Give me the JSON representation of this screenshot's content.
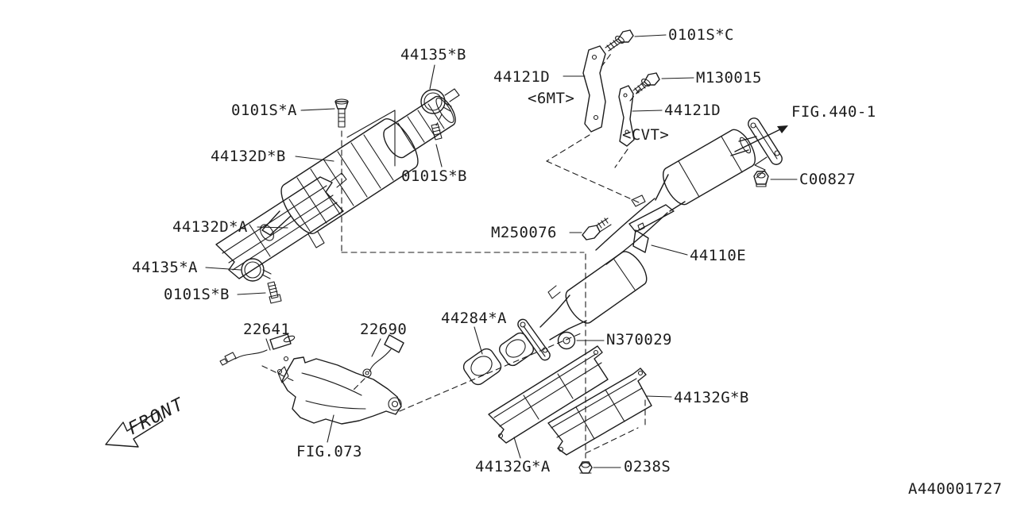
{
  "colors": {
    "ink": "#1c1c1c",
    "background": "#ffffff"
  },
  "diagram": {
    "title_code": "A440001727",
    "front_marker": "FRONT"
  },
  "labels": {
    "clamp_b": "44135*B",
    "bolt_c": "0101S*C",
    "bracket_6mt": "44121D",
    "bolt_m130015": "M130015",
    "variant_6mt": "<6MT>",
    "bracket_cvt": "44121D",
    "fig_440_1": "FIG.440-1",
    "bolt_a": "0101S*A",
    "variant_cvt": "<CVT>",
    "shield_d_b": "44132D*B",
    "stud_b_top": "0101S*B",
    "nut_c00827": "C00827",
    "shield_d_a": "44132D*A",
    "bolt_m250076": "M250076",
    "front_pipe": "44110E",
    "clamp_a": "44135*A",
    "stud_b_bottom": "0101S*B",
    "gasket": "44284*A",
    "sensor_22641": "22641",
    "sensor_22690": "22690",
    "washer_n370029": "N370029",
    "shield_g_b": "44132G*B",
    "fig_073": "FIG.073",
    "shield_g_a": "44132G*A",
    "nut_0238s": "0238S"
  }
}
